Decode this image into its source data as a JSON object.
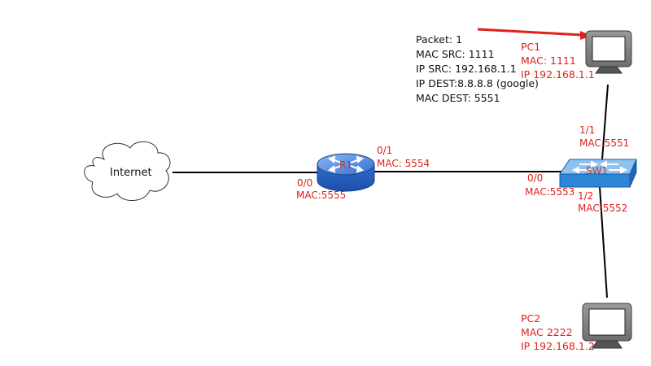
{
  "colors": {
    "label_red": "#e0201a",
    "link": "#000000",
    "arrow": "#e0201a",
    "router_blue": "#3f7fe0",
    "switch_blue": "#2f86d8"
  },
  "internet": {
    "label": "Internet"
  },
  "router": {
    "name": "R1",
    "port_left": "0/0",
    "mac_left": "MAC:5555",
    "port_right": "0/1",
    "mac_right": "MAC:  5554"
  },
  "switch": {
    "name": "SW1",
    "port_left": "0/0",
    "mac_left": "MAC:5553",
    "port_top": "1/1",
    "mac_top": "MAC:5551",
    "port_bottom": "1/2",
    "mac_bottom": "MAC:5552"
  },
  "packet": {
    "title": "Packet: 1",
    "mac_src": "MAC SRC: 1111",
    "ip_src": "IP SRC: 192.168.1.1",
    "ip_dest": "IP DEST:8.8.8.8  (google)",
    "mac_dest": "MAC DEST: 5551"
  },
  "pc1": {
    "name": "PC1",
    "mac": "MAC: 1111",
    "ip": "IP 192.168.1.1"
  },
  "pc2": {
    "name": "PC2",
    "mac": "MAC 2222",
    "ip": "IP 192.168.1.2"
  }
}
